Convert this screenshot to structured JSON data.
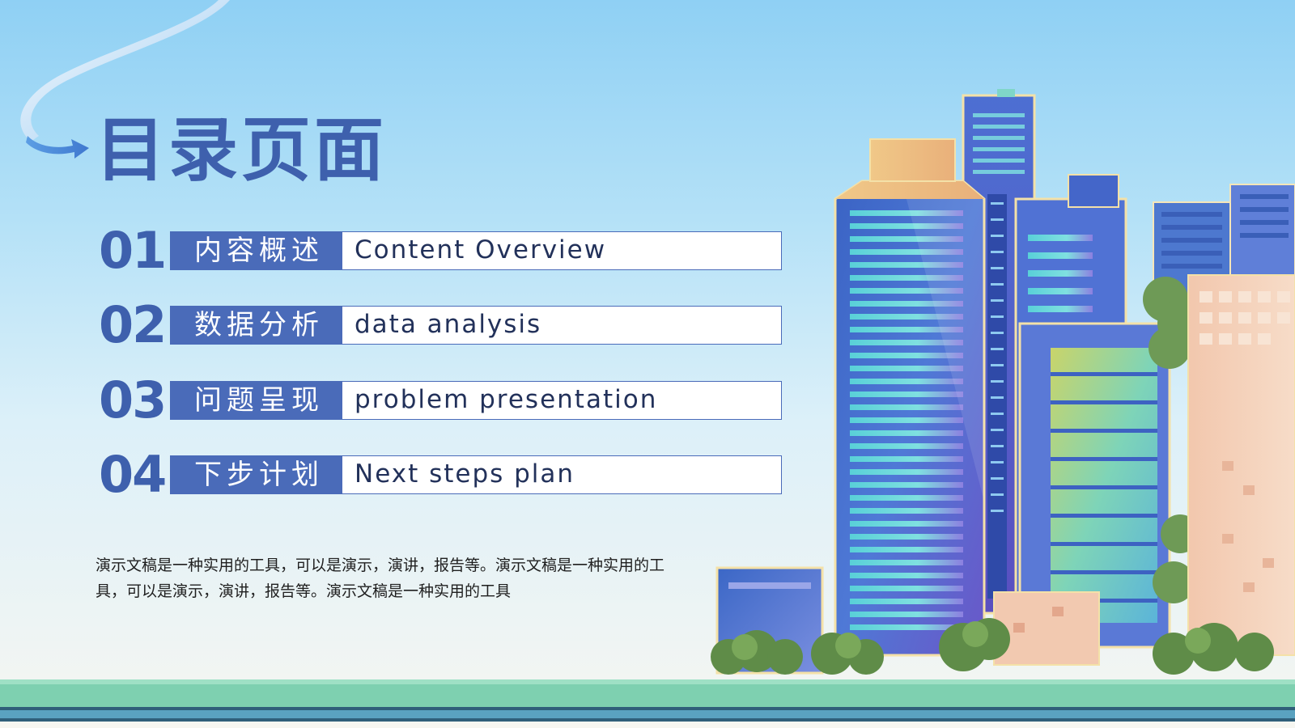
{
  "title": "目录页面",
  "toc": [
    {
      "number": "01",
      "title_cn": "内容概述",
      "title_en": "Content Overview"
    },
    {
      "number": "02",
      "title_cn": "数据分析",
      "title_en": "data analysis"
    },
    {
      "number": "03",
      "title_cn": "问题呈现",
      "title_en": "problem presentation"
    },
    {
      "number": "04",
      "title_cn": "下步计划",
      "title_en": "Next steps plan"
    }
  ],
  "description": "演示文稿是一种实用的工具，可以是演示，演讲，报告等。演示文稿是一种实用的工具，可以是演示，演讲，报告等。演示文稿是一种实用的工具",
  "colors": {
    "accent": "#4a6bb9",
    "title": "#3e60ad",
    "text": "#1f1f1f",
    "sky_top": "#8fd0f4",
    "ground": "#7ed0b0"
  },
  "illustrations": [
    "ribbon-arrow",
    "city-skyline-buildings",
    "trees",
    "ground-strip"
  ]
}
